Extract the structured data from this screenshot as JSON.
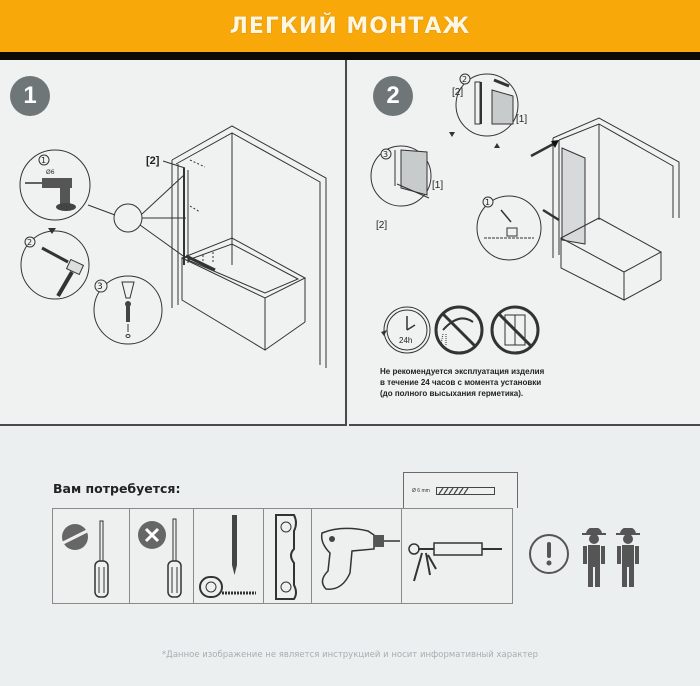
{
  "banner": {
    "title": "ЛЕГКИЙ МОНТАЖ",
    "background": "#f8a808"
  },
  "step1": {
    "number": "1",
    "callouts": [
      "1",
      "2",
      "3"
    ],
    "labels": [
      "[2]"
    ],
    "drill_size": "Ø6"
  },
  "step2": {
    "number": "2",
    "callouts": [
      "1",
      "2",
      "3"
    ],
    "labels": [
      "[1]",
      "[2]",
      "[1]",
      "[2]"
    ],
    "icons": [
      "clock-24h-icon",
      "no-shower-icon",
      "no-door-use-icon"
    ],
    "clock_label": "24h",
    "note_lines": [
      "Не рекомендуется эксплуатация изделия",
      "в течение 24 часов с момента установки",
      "(до полного высыхания герметика)."
    ]
  },
  "tools": {
    "label": "Вам потребуется:",
    "items": [
      {
        "name": "flat-screwdriver"
      },
      {
        "name": "phillips-screwdriver"
      },
      {
        "name": "pencil-and-tape-measure"
      },
      {
        "name": "level"
      },
      {
        "name": "drill"
      },
      {
        "name": "caulking-gun"
      }
    ],
    "drill_bit": "Ø 6 mm",
    "warning": "two-people-required"
  },
  "footer": {
    "disclaimer": "*Данное изображение не является инструкцией и носит информативный характер"
  }
}
